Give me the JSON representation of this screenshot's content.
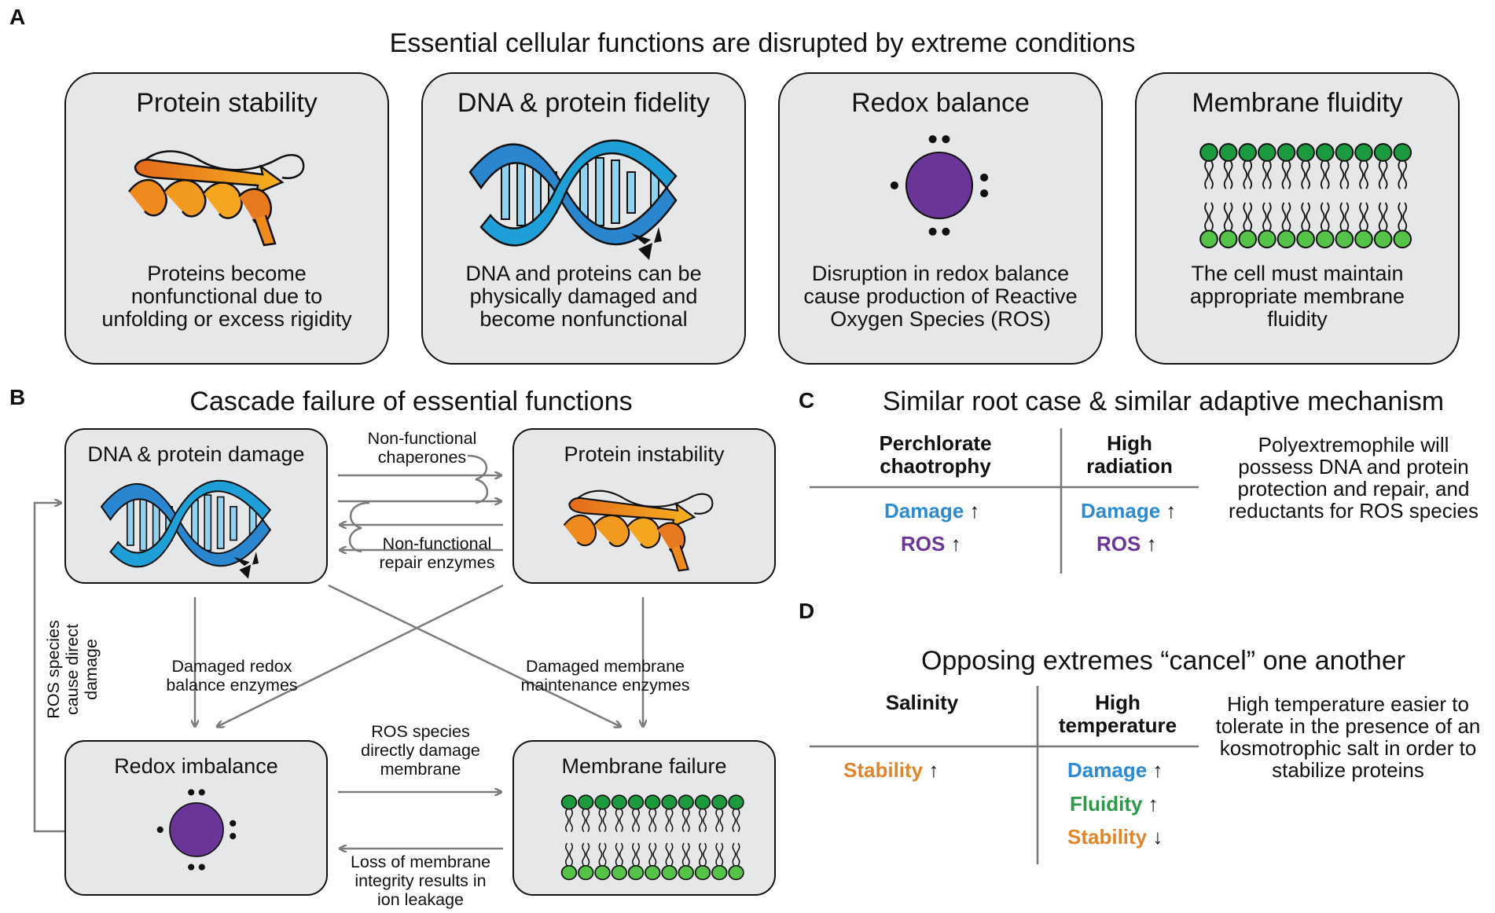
{
  "panel_a": {
    "label": "A",
    "title": "Essential cellular functions are disrupted by extreme conditions",
    "cards": [
      {
        "title": "Protein stability",
        "lines": [
          "Proteins become",
          "nonfunctional due to",
          "unfolding or excess rigidity"
        ]
      },
      {
        "title": "DNA & protein fidelity",
        "lines": [
          "DNA and proteins can be",
          "physically damaged and",
          "become nonfunctional"
        ]
      },
      {
        "title": "Redox balance",
        "lines": [
          "Disruption in redox balance",
          "cause production of Reactive",
          "Oxygen Species (ROS)"
        ]
      },
      {
        "title": "Membrane fluidity",
        "lines": [
          "The cell must maintain",
          "appropriate membrane",
          "fluidity"
        ]
      }
    ]
  },
  "panel_b": {
    "label": "B",
    "title": "Cascade failure of essential functions",
    "boxes": {
      "dna": "DNA & protein damage",
      "protein": "Protein instability",
      "redox": "Redox imbalance",
      "membrane": "Membrane failure"
    },
    "edges": {
      "chaperones": [
        "Non-functional",
        "chaperones"
      ],
      "repair": [
        "Non-functional",
        "repair enzymes"
      ],
      "redox_enzymes": [
        "Damaged redox",
        "balance enzymes"
      ],
      "membrane_enzymes": [
        "Damaged membrane",
        "maintenance enzymes"
      ],
      "ros_membrane": [
        "ROS species",
        "directly damage",
        "membrane"
      ],
      "leakage": [
        "Loss of membrane",
        "integrity results in",
        "ion leakage"
      ],
      "ros_direct": [
        "ROS species",
        "cause direct",
        "damage"
      ]
    }
  },
  "panel_c": {
    "label": "C",
    "title": "Similar root case & similar adaptive mechanism",
    "columns": [
      {
        "header": [
          "Perchlorate",
          "chaotrophy"
        ],
        "items": [
          {
            "text": "Damage",
            "dir": "↑"
          },
          {
            "text": "ROS",
            "dir": "↑"
          }
        ]
      },
      {
        "header": [
          "High",
          "radiation"
        ],
        "items": [
          {
            "text": "Damage",
            "dir": "↑"
          },
          {
            "text": "ROS",
            "dir": "↑"
          }
        ]
      }
    ],
    "note": [
      "Polyextremophile will",
      "possess DNA and protein",
      "protection and repair, and",
      "reductants for ROS species"
    ]
  },
  "panel_d": {
    "label": "D",
    "title": "Opposing extremes “cancel” one another",
    "columns": [
      {
        "header": [
          "Salinity"
        ],
        "items": [
          {
            "text": "Stability",
            "dir": "↑"
          }
        ]
      },
      {
        "header": [
          "High",
          "temperature"
        ],
        "items": [
          {
            "text": "Damage",
            "dir": "↑"
          },
          {
            "text": "Fluidity",
            "dir": "↑"
          },
          {
            "text": "Stability",
            "dir": "↓"
          }
        ]
      }
    ],
    "note": [
      "High temperature easier to",
      "tolerate in the presence of an",
      "kosmotrophic salt in order to",
      "stabilize proteins"
    ]
  },
  "colors": {
    "damage": "#2b8ad0",
    "ros": "#6b3597",
    "fluidity": "#2a9a47",
    "stability": "#e0852c",
    "card_fill": "#e6e7e8",
    "arrow": "#7b7b7b",
    "membrane_dark": "#1c9a3f",
    "membrane_light": "#55c348",
    "radical": "#6b3597",
    "protein_orange": "#ee8a1e",
    "dna_blue": "#2a86cf"
  }
}
